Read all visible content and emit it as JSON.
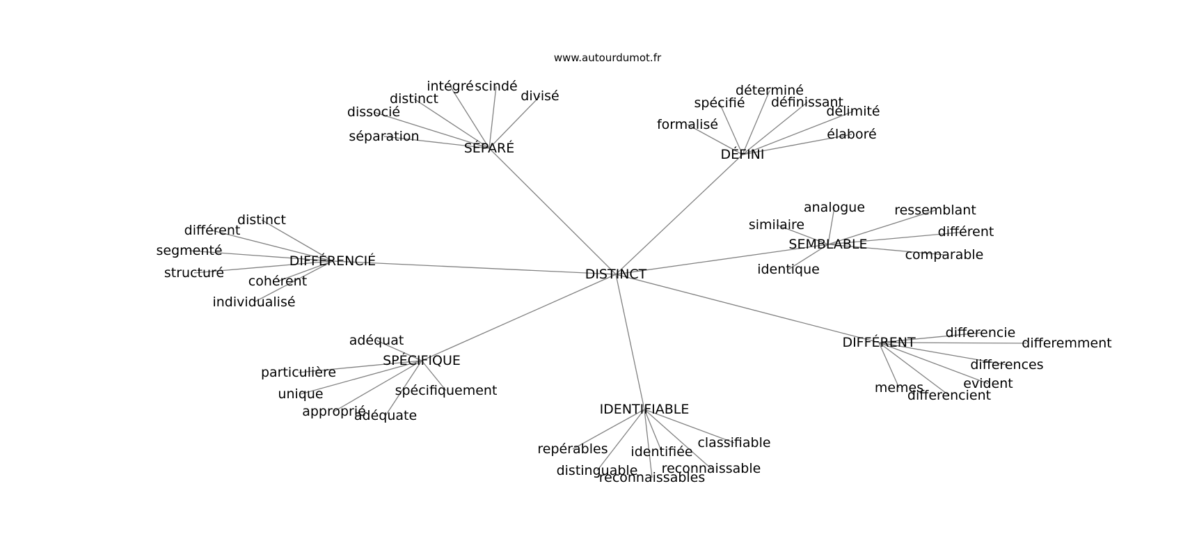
{
  "site": "www.autourdumot.fr",
  "center": {
    "id": "distinct",
    "label": "DISTINCT"
  },
  "clusters": [
    {
      "id": "separe",
      "label": "SÉPARÉ",
      "leaves": [
        {
          "id": "separe-separation",
          "label": "séparation"
        },
        {
          "id": "separe-dissocie",
          "label": "dissocié"
        },
        {
          "id": "separe-distinct",
          "label": "distinct"
        },
        {
          "id": "separe-integre",
          "label": "intégré"
        },
        {
          "id": "separe-scinde",
          "label": "scindé"
        },
        {
          "id": "separe-divise",
          "label": "divisé"
        }
      ]
    },
    {
      "id": "defini",
      "label": "DÉFINI",
      "leaves": [
        {
          "id": "defini-formalise",
          "label": "formalisé"
        },
        {
          "id": "defini-specifie",
          "label": "spécifié"
        },
        {
          "id": "defini-determine",
          "label": "déterminé"
        },
        {
          "id": "defini-definissant",
          "label": "définissant"
        },
        {
          "id": "defini-delimite",
          "label": "délimité"
        },
        {
          "id": "defini-elabore",
          "label": "élaboré"
        }
      ]
    },
    {
      "id": "semblable",
      "label": "SEMBLABLE",
      "leaves": [
        {
          "id": "semblable-analogue",
          "label": "analogue"
        },
        {
          "id": "semblable-similaire",
          "label": "similaire"
        },
        {
          "id": "semblable-identique",
          "label": "identique"
        },
        {
          "id": "semblable-ressemblant",
          "label": "ressemblant"
        },
        {
          "id": "semblable-different",
          "label": "différent"
        },
        {
          "id": "semblable-comparable",
          "label": "comparable"
        }
      ]
    },
    {
      "id": "differencie",
      "label": "DIFFÉRENCIÉ",
      "leaves": [
        {
          "id": "differencie-distinct",
          "label": "distinct"
        },
        {
          "id": "differencie-different",
          "label": "différent"
        },
        {
          "id": "differencie-segmente",
          "label": "segmenté"
        },
        {
          "id": "differencie-structure",
          "label": "structuré"
        },
        {
          "id": "differencie-coherent",
          "label": "cohérent"
        },
        {
          "id": "differencie-individualise",
          "label": "individualisé"
        }
      ]
    },
    {
      "id": "different",
      "label": "DIFFÉRENT",
      "leaves": [
        {
          "id": "different-differencie",
          "label": "differencie"
        },
        {
          "id": "different-differemment",
          "label": "differemment"
        },
        {
          "id": "different-differences",
          "label": "differences"
        },
        {
          "id": "different-evident",
          "label": "evident"
        },
        {
          "id": "different-differencient",
          "label": "differencient"
        },
        {
          "id": "different-memes",
          "label": "memes"
        }
      ]
    },
    {
      "id": "specifique",
      "label": "SPÉCIFIQUE",
      "leaves": [
        {
          "id": "specifique-adequat",
          "label": "adéquat"
        },
        {
          "id": "specifique-particuliere",
          "label": "particulière"
        },
        {
          "id": "specifique-unique",
          "label": "unique"
        },
        {
          "id": "specifique-approprie",
          "label": "approprié"
        },
        {
          "id": "specifique-adequate",
          "label": "adéquate"
        },
        {
          "id": "specifique-specifiquement",
          "label": "spécifiquement"
        }
      ]
    },
    {
      "id": "identifiable",
      "label": "IDENTIFIABLE",
      "leaves": [
        {
          "id": "identifiable-reperables",
          "label": "repérables"
        },
        {
          "id": "identifiable-distinguable",
          "label": "distinguable"
        },
        {
          "id": "identifiable-reconnaissables",
          "label": "reconnaissables"
        },
        {
          "id": "identifiable-identifiee",
          "label": "identifiée"
        },
        {
          "id": "identifiable-reconnaissable",
          "label": "reconnaissable"
        },
        {
          "id": "identifiable-classifiable",
          "label": "classifiable"
        }
      ]
    }
  ]
}
